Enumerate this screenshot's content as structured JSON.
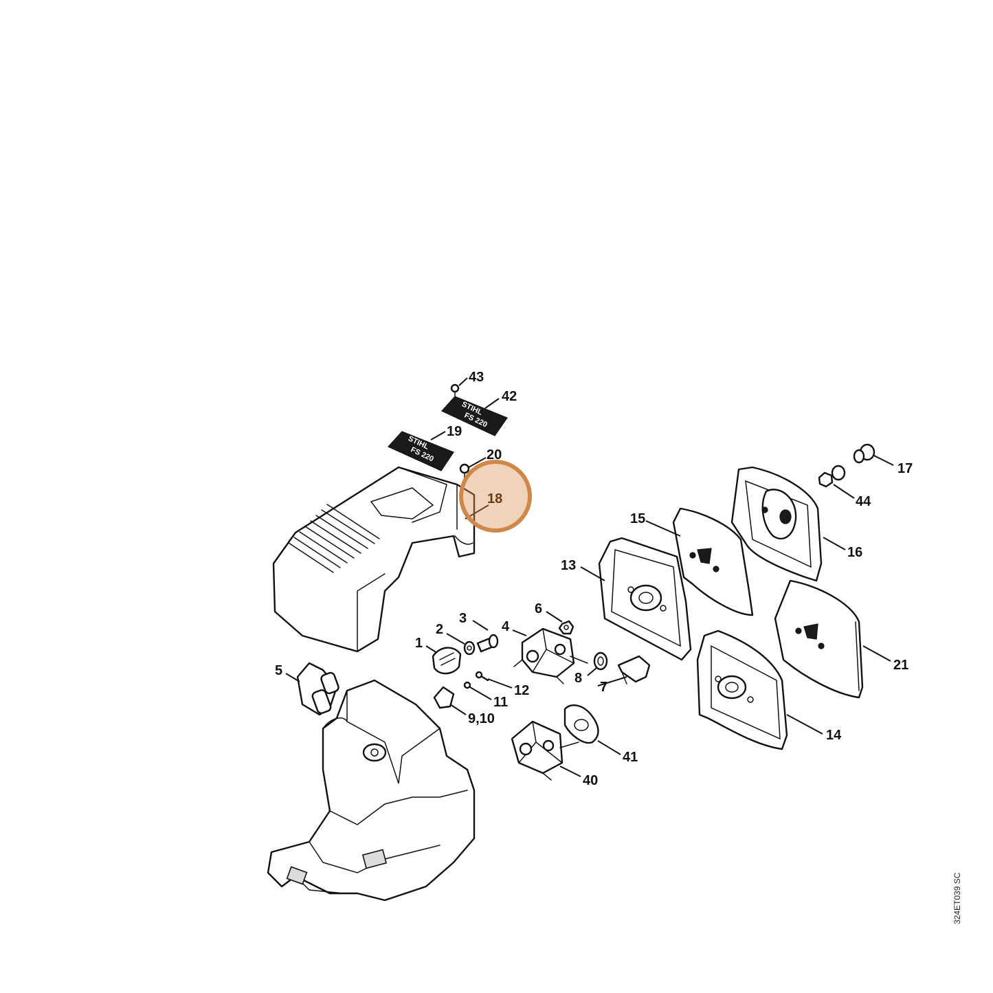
{
  "diagram": {
    "reference_code": "324ET039 SC",
    "plate_text_1": "STIHL",
    "plate_text_2": "FS 220",
    "highlight": {
      "label": "18",
      "color": "#d9955d"
    },
    "callouts": [
      "1",
      "2",
      "3",
      "4",
      "5",
      "6",
      "7",
      "8",
      "9,10",
      "11",
      "12",
      "13",
      "14",
      "15",
      "16",
      "17",
      "19",
      "20",
      "21",
      "40",
      "41",
      "42",
      "43",
      "44"
    ]
  }
}
